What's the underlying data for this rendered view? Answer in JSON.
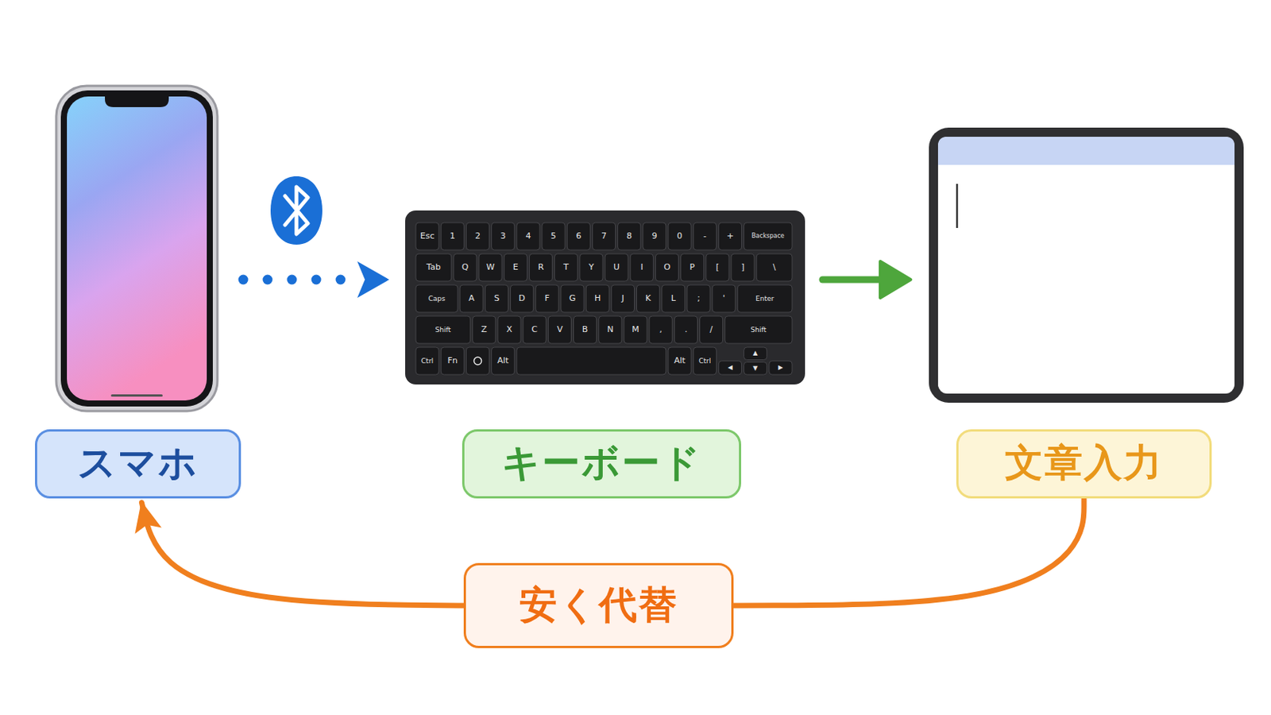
{
  "diagram": {
    "nodes": [
      {
        "text": [
          "スマホ"
        ]
      },
      {
        "text": [
          "キーボード"
        ]
      },
      {
        "text": [
          "文章入力"
        ]
      },
      {
        "text": [
          "安く代替"
        ]
      }
    ],
    "edges": [
      {
        "from": 2,
        "to": 3,
        "arrow": "none"
      },
      {
        "from": 3,
        "to": 0,
        "arrow": "to"
      }
    ],
    "labels": [
      "Esc",
      "1",
      "2",
      "3",
      "4",
      "5",
      "6",
      "7",
      "8",
      "9",
      "0",
      "-",
      "+",
      "Backspace",
      "Tab",
      "Q",
      "W",
      "E",
      "R",
      "T",
      "Y",
      "U",
      "I",
      "O",
      "P",
      "[",
      "]",
      "\\",
      "Caps",
      "A",
      "S",
      "D",
      "F",
      "G",
      "H",
      "J",
      "K",
      "L",
      ";",
      "'",
      "Enter",
      "Shift",
      "Z",
      "X",
      "C",
      "V",
      "B",
      "N",
      "M",
      ",",
      ".",
      "/",
      "Shift",
      "Ctrl",
      "Fn",
      "Alt",
      "Alt",
      "Ctrl",
      "◀",
      "▲",
      "▼",
      "▶"
    ]
  }
}
